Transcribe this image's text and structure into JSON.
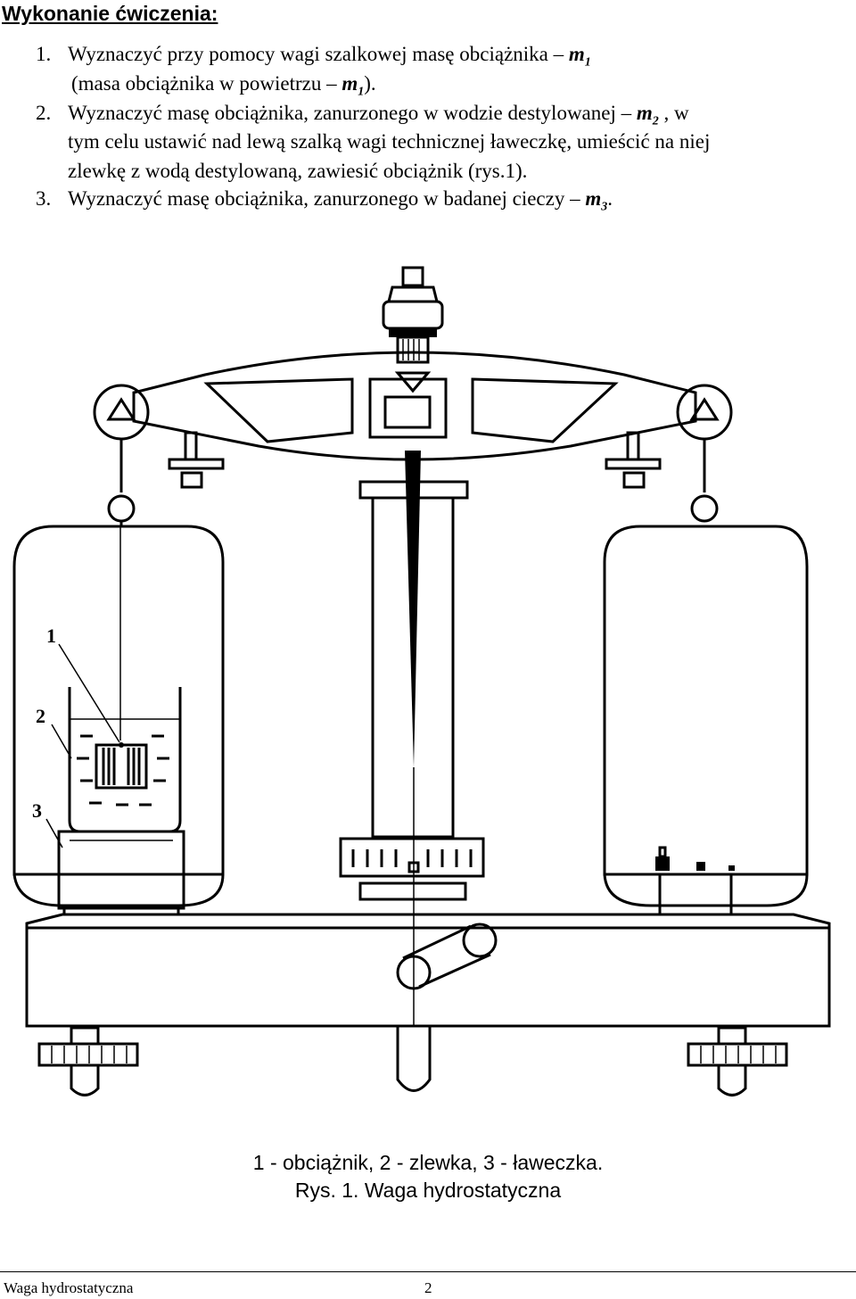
{
  "heading": "Wykonanie ćwiczenia:",
  "steps": [
    {
      "num": "1.",
      "line1_text": "Wyznaczyć przy pomocy wagi szalkowej masę obciążnika –",
      "line1_var": "m",
      "line1_sub": "1",
      "line2_text": "(masa obciążnika w powietrzu –",
      "line2_var": "m",
      "line2_sub": "1",
      "line2_end": ")."
    },
    {
      "num": "2.",
      "line1_text": "Wyznaczyć masę obciążnika, zanurzonego w wodzie destylowanej –",
      "line1_var": "m",
      "line1_sub": "2",
      "line1_end": ", w",
      "line2_text": "tym celu ustawić nad lewą szalką wagi technicznej ławeczkę, umieścić na niej",
      "line3_text": "zlewkę z wodą destylowaną, zawiesić obciążnik (rys.1)."
    },
    {
      "num": "3.",
      "line1_text": "Wyznaczyć masę obciążnika, zanurzonego w badanej cieczy –",
      "line1_var": "m",
      "line1_sub": "3",
      "line1_end": "."
    }
  ],
  "figure": {
    "labels": [
      "1",
      "2",
      "3"
    ],
    "legend": "1 - obciążnik, 2 - zlewka, 3 - ławeczka.",
    "title": "Rys. 1. Waga hydrostatyczna"
  },
  "footer": {
    "left": "Waga hydrostatyczna",
    "page": "2"
  }
}
